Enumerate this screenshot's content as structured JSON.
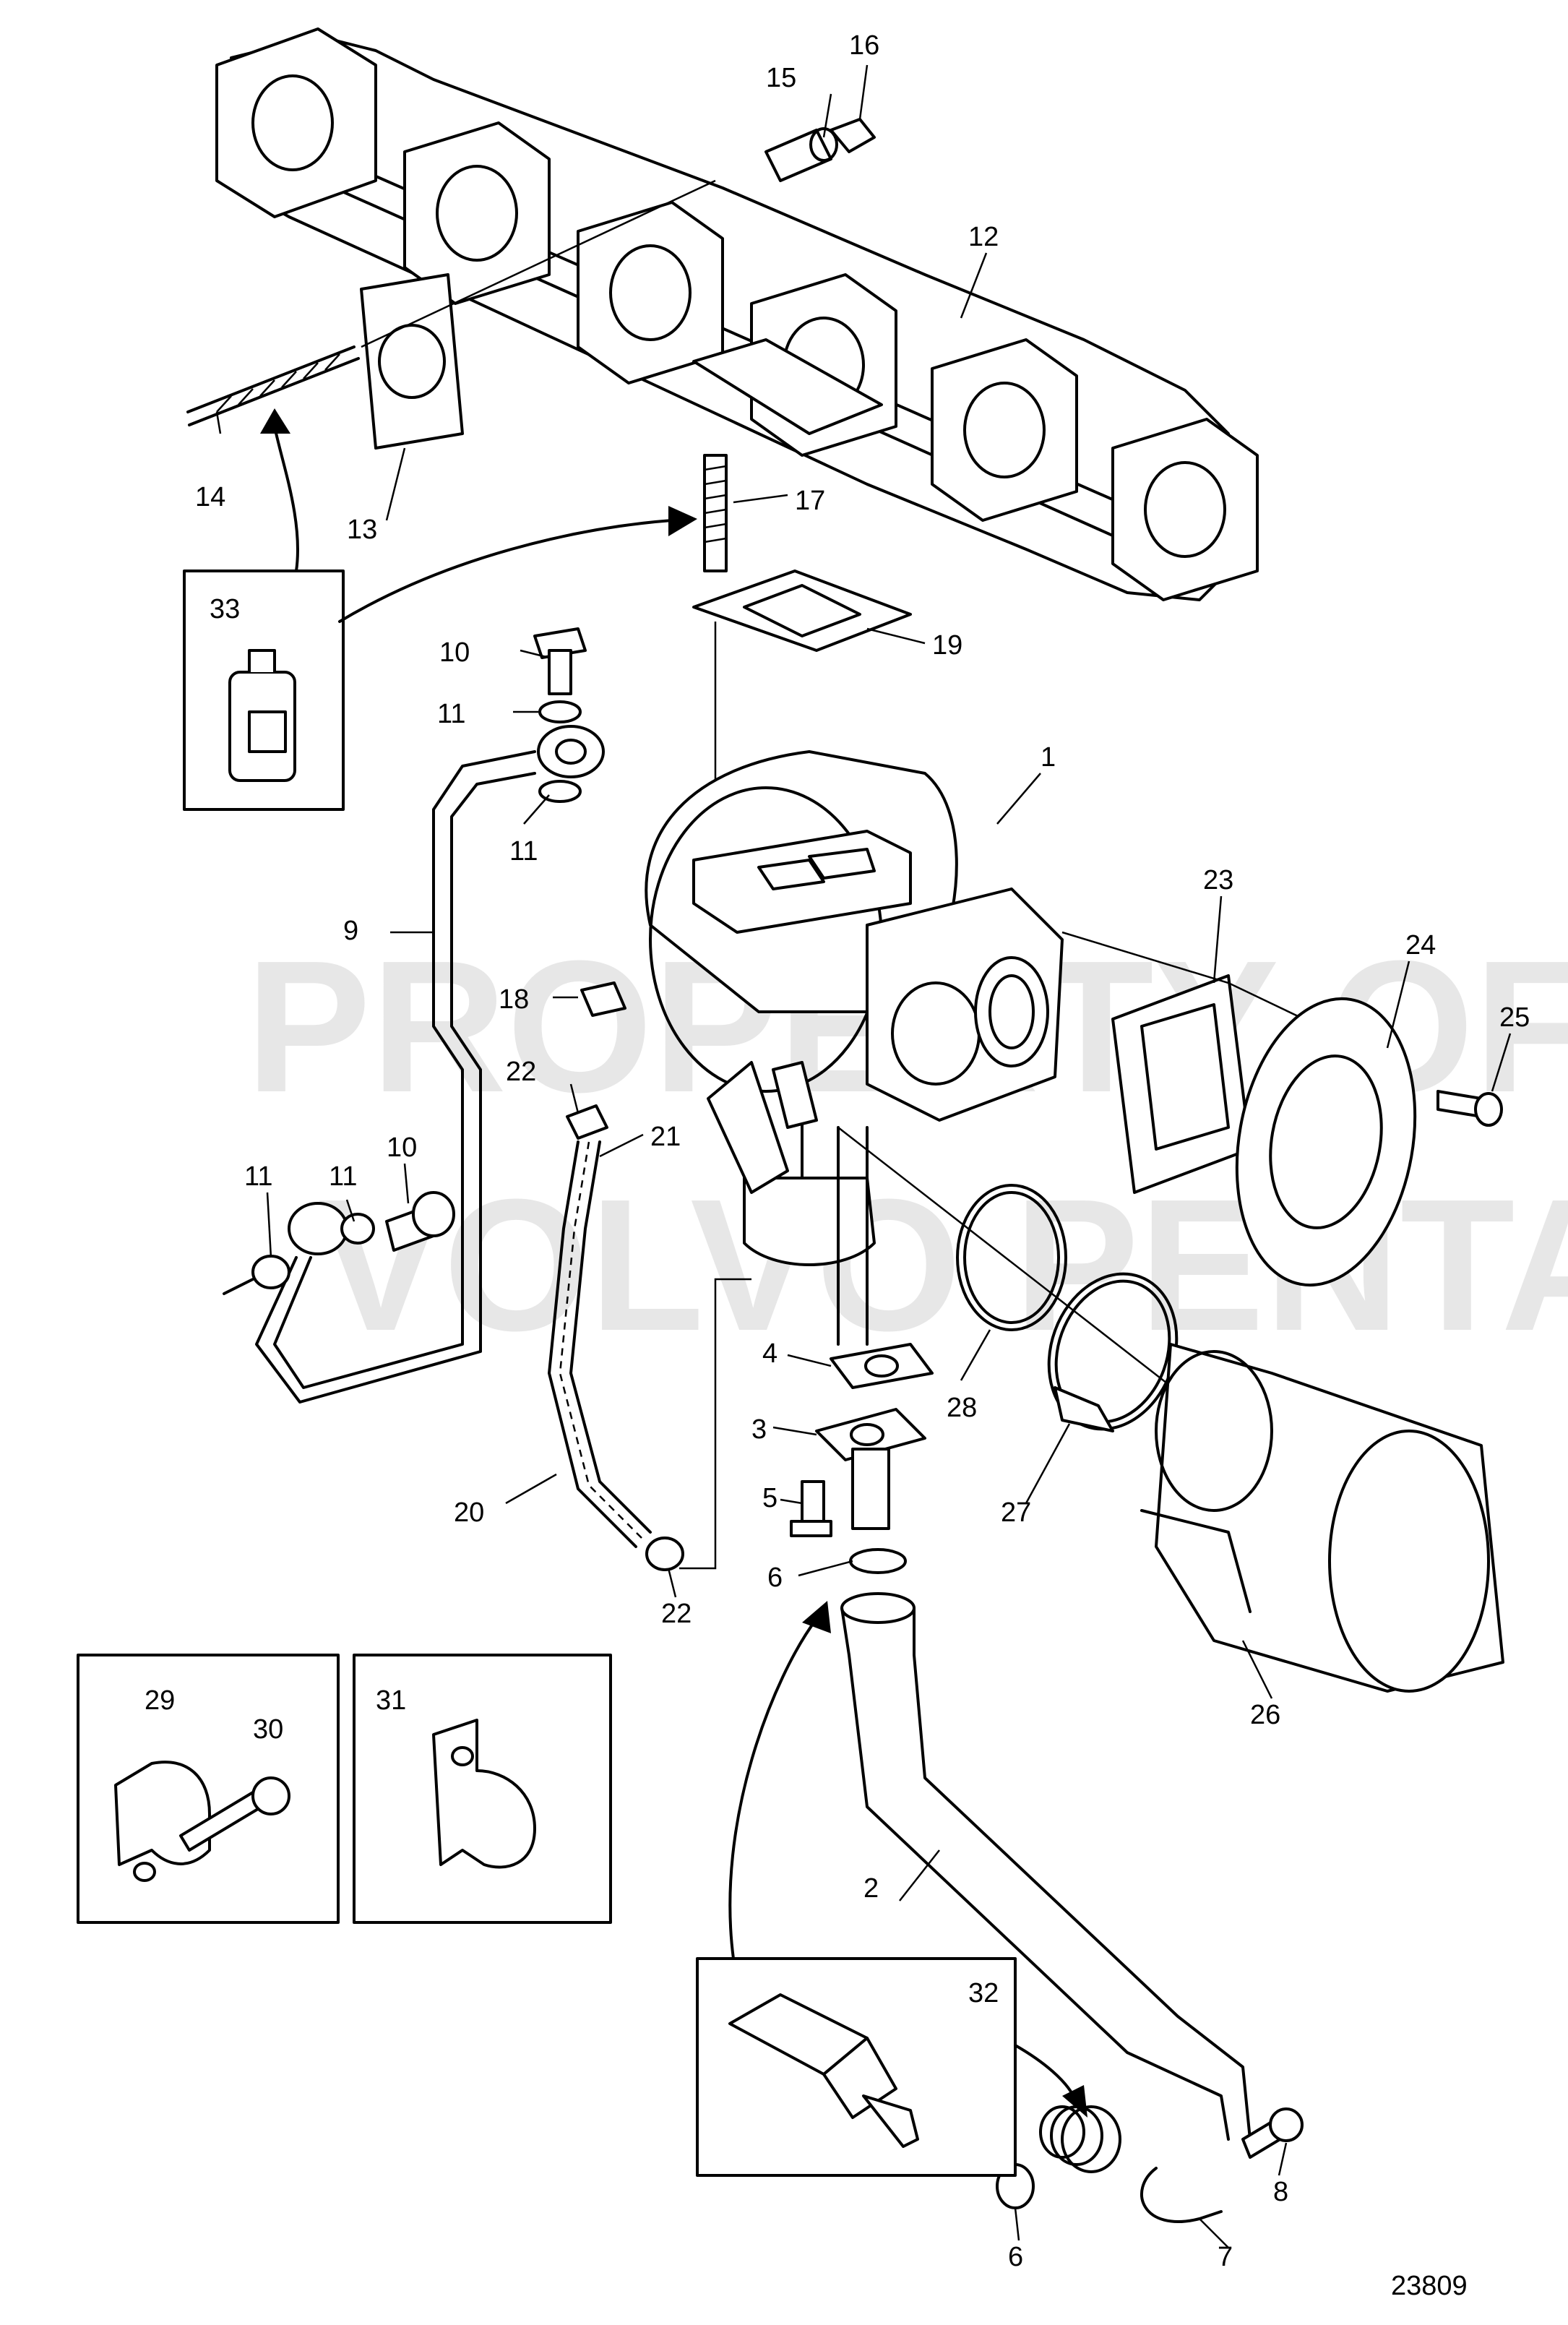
{
  "watermark": {
    "line1": "PROPERTY OF",
    "line2": "VOLVO PENTA"
  },
  "reference_number": "23809",
  "labels": {
    "p1": "1",
    "p2": "2",
    "p3": "3",
    "p4": "4",
    "p5": "5",
    "p6a": "6",
    "p6b": "6",
    "p7": "7",
    "p8": "8",
    "p9": "9",
    "p10a": "10",
    "p10b": "10",
    "p11a": "11",
    "p11b": "11",
    "p11c": "11",
    "p11d": "11",
    "p12": "12",
    "p13": "13",
    "p14": "14",
    "p15": "15",
    "p16": "16",
    "p17": "17",
    "p18": "18",
    "p19": "19",
    "p20": "20",
    "p21": "21",
    "p22a": "22",
    "p22b": "22",
    "p23": "23",
    "p24": "24",
    "p25": "25",
    "p26": "26",
    "p27": "27",
    "p28": "28",
    "p29": "29",
    "p30": "30",
    "p31": "31",
    "p32": "32",
    "p33": "33"
  }
}
